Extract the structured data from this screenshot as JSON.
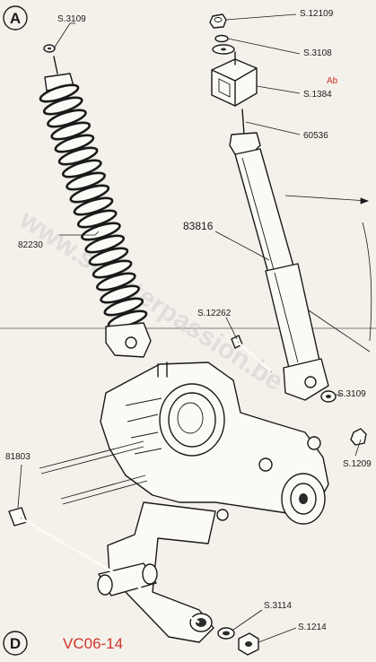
{
  "corner_marks": {
    "top_left": "A",
    "bottom_left": "D"
  },
  "figure_code": "VC06-14",
  "watermark": "www.scooterpassion.be",
  "annotation_red": "Ab",
  "part_labels": {
    "s3109_top": "S.3109",
    "s12109": "S.12109",
    "s3108": "S.3108",
    "s13841": "S.1384",
    "p60536": "60536",
    "p82230": "82230",
    "p83816": "83816",
    "s12262": "S.12262",
    "s3109_right": "S.3109",
    "s1209": "S.1209",
    "p81803": "81803",
    "s3114": "S.3114",
    "s1214": "S.1214"
  },
  "colors": {
    "ink": "#1a1a1a",
    "code_red": "#d0342c",
    "paper": "#f4f1ea"
  }
}
